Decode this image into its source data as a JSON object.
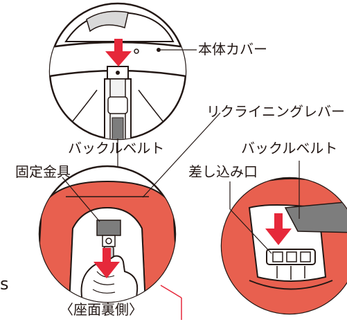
{
  "labels": {
    "body_cover": "本体カバー",
    "recline_lever": "リクライニングレバー",
    "buckle_belt_left": "バックルベルト",
    "buckle_belt_right": "バックルベルト",
    "fixing_bracket": "固定金具",
    "insertion_slot": "差し込み口",
    "seat_underside": "〈座面裏側〉",
    "edge_fragment_left": "s"
  },
  "colors": {
    "seat_red": "#e8604f",
    "arrow_red": "#e6283a",
    "outline": "#231815",
    "gray": "#7d7d7d",
    "light_gray": "#c9c9c9"
  },
  "icons": [
    "down-arrow-icon",
    "hand-icon"
  ]
}
